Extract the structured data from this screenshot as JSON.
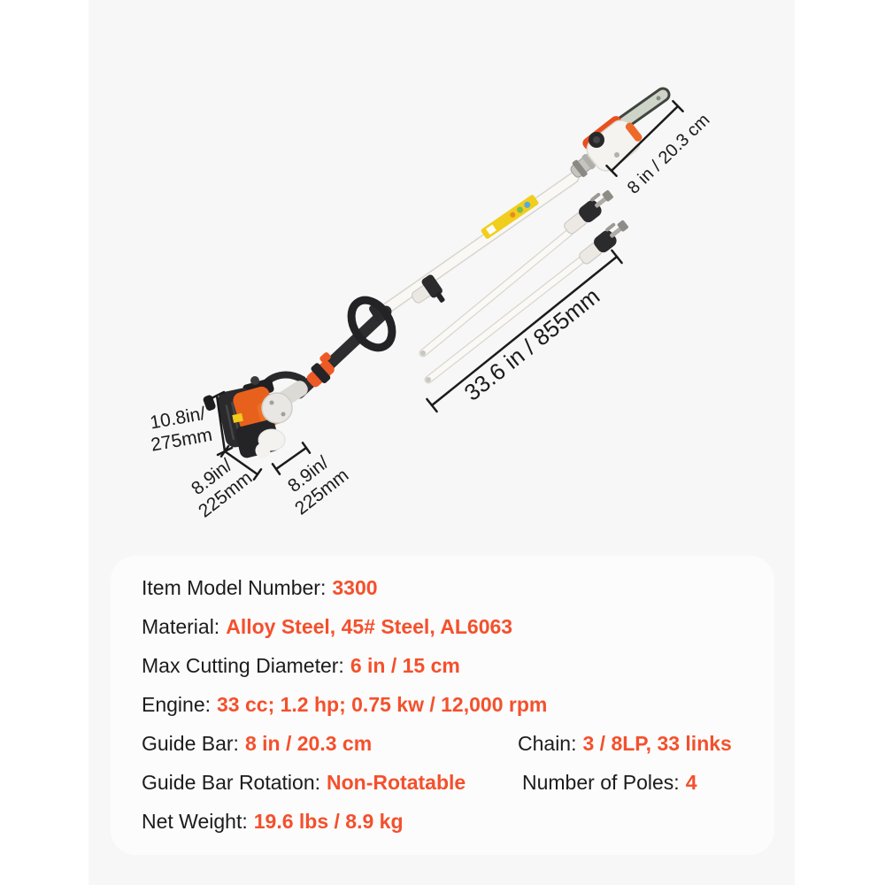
{
  "product": {
    "name": "gas-pole-saw-illustration",
    "colors": {
      "stage_background": "#f7f7f7",
      "accent_orange": "#f4502c",
      "engine_orange": "#e8611c",
      "trim_orange": "#e8501e",
      "black_parts": "#2a2a2c",
      "guide_bar": "#ced4c8",
      "chain": "#41453f",
      "pole_white": "#f9f8f5",
      "label_yellow": "#f1ce1d",
      "dimension_line": "#1b1b1b"
    }
  },
  "annotations": {
    "bar_length": "8 in / 20.3 cm",
    "shaft_length": "33.6 in / 855mm",
    "engine_height": [
      "10.8in/",
      "275mm"
    ],
    "engine_depth": [
      "8.9in/",
      "225mm"
    ],
    "engine_width": [
      "8.9in/",
      "225mm"
    ]
  },
  "specs": {
    "rows": [
      {
        "label": "Item Model Number:",
        "value": "3300"
      },
      {
        "label": "Material:",
        "value": "Alloy Steel, 45# Steel, AL6063"
      },
      {
        "label": "Max Cutting Diameter:",
        "value": "6 in / 15 cm"
      },
      {
        "label": "Engine:",
        "value": "33 cc; 1.2 hp; 0.75 kw / 12,000 rpm"
      },
      {
        "label": "Guide Bar:",
        "value": "8 in / 20.3 cm",
        "label2": "Chain:",
        "value2": "3 / 8LP, 33 links"
      },
      {
        "label": "Guide Bar Rotation:",
        "value": "Non-Rotatable",
        "label2": "Number of Poles:",
        "value2": "4"
      },
      {
        "label": "Net Weight:",
        "value": "19.6 lbs / 8.9 kg"
      }
    ]
  }
}
